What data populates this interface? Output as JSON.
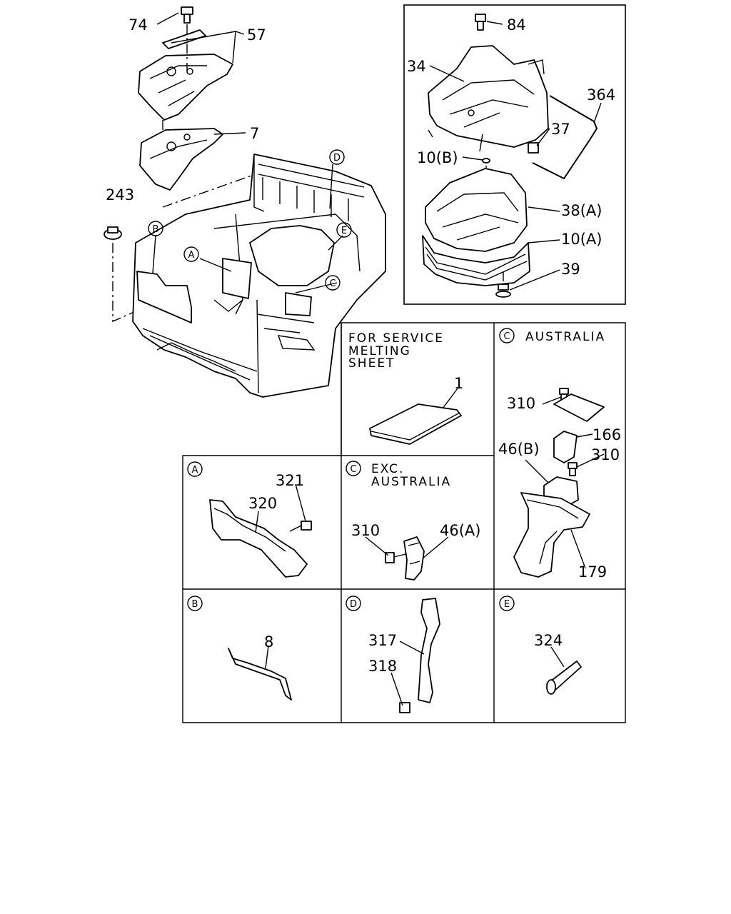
{
  "callouts": {
    "p74": "74",
    "p57": "57",
    "p7": "7",
    "p243": "243",
    "p84": "84",
    "p34": "34",
    "p364": "364",
    "p37": "37",
    "p10b": "10(B)",
    "p38a": "38(A)",
    "p10a": "10(A)",
    "p39": "39",
    "p1": "1",
    "p321": "321",
    "p320": "320",
    "p310_exc": "310",
    "p46a": "46(A)",
    "p310_au1": "310",
    "p166": "166",
    "p46b": "46(B)",
    "p310_au2": "310",
    "p179": "179",
    "p8": "8",
    "p317": "317",
    "p318": "318",
    "p324": "324"
  },
  "markers": {
    "A": "A",
    "B": "B",
    "C": "C",
    "D": "D",
    "E": "E"
  },
  "panels": {
    "service": {
      "line1": "FOR SERVICE",
      "line2": "MELTING",
      "line3": "SHEET"
    },
    "australia": {
      "marker": "C",
      "label": "AUSTRALIA"
    },
    "exc_australia": {
      "marker": "C",
      "line1": "EXC.",
      "line2": "AUSTRALIA"
    },
    "detail_a": {
      "marker": "A"
    },
    "detail_b": {
      "marker": "B"
    },
    "detail_d": {
      "marker": "D"
    },
    "detail_e": {
      "marker": "E"
    }
  }
}
